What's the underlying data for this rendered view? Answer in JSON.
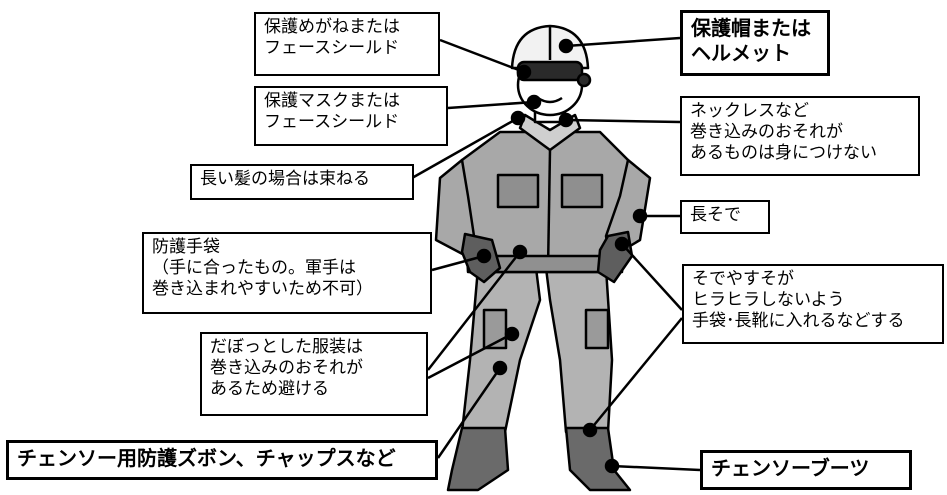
{
  "colors": {
    "suit_light": "#bdbdbd",
    "suit_mid": "#9e9e9e",
    "suit_dark": "#6e6e6e",
    "line": "#000000",
    "background": "#ffffff"
  },
  "labels": {
    "goggles": "保護めがねまたは\nフェースシールド",
    "helmet": "保護帽または\nヘルメット",
    "mask": "保護マスクまたは\nフェースシールド",
    "necklace": "ネックレスなど\n巻き込みのおそれが\nあるものは身につけない",
    "hair": "長い髪の場合は束ねる",
    "long_sleeves": "長そで",
    "gloves": "防護手袋\n（手に合ったもの。軍手は\n巻き込まれやすいため不可）",
    "sleeves": "そでやすそが\nヒラヒラしないよう\n手袋･長靴に入れるなどする",
    "loose_clothing": "だぼっとした服装は\n巻き込みのおそれが\nあるため避ける",
    "trousers": "チェンソー用防護ズボン、チャップスなど",
    "boots": "チェンソーブーツ"
  }
}
